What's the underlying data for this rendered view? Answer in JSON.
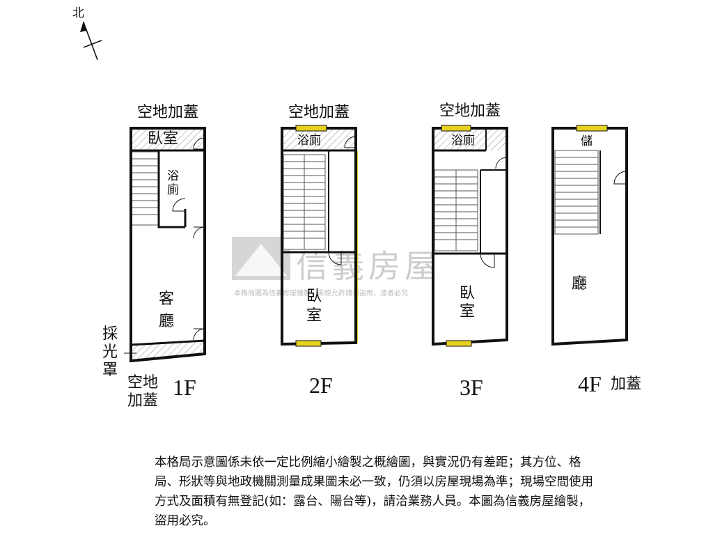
{
  "compass": {
    "north_label": "北"
  },
  "floors": [
    {
      "floor_label": "1F",
      "top_addition": "空地加蓋",
      "rooms": {
        "bedroom": "臥室",
        "bath_line1": "浴",
        "bath_line2": "廁",
        "living_line1": "客",
        "living_line2": "廳"
      },
      "skylight": [
        "採",
        "光",
        "罩"
      ],
      "bottom_addition": [
        "空地",
        "加蓋"
      ]
    },
    {
      "floor_label": "2F",
      "top_addition": "空地加蓋",
      "rooms": {
        "bath": "浴廁",
        "bedroom_line1": "臥",
        "bedroom_line2": "室"
      }
    },
    {
      "floor_label": "3F",
      "top_addition": "空地加蓋",
      "rooms": {
        "bath": "浴廁",
        "bedroom_line1": "臥",
        "bedroom_line2": "室"
      }
    },
    {
      "floor_label": "4F",
      "floor_note": "加蓋",
      "rooms": {
        "storage": "儲",
        "hall": "廳"
      }
    }
  ],
  "watermark": {
    "brand": "信義房屋",
    "notice": "本格局圖為信義房屋繪製，未經允許請勿盜用，違者必究"
  },
  "disclaimer": "本格局示意圖係未依一定比例縮小繪製之概繪圖，與實況仍有差距；其方位、格局、形狀等與地政機關測量成果圖未必一致，仍須以房屋現場為準；現場空間使用方式及面積有無登記(如：露台、陽台等)，請洽業務人員。本圖為信義房屋繪製，盜用必究。",
  "colors": {
    "wall": "#111111",
    "window": "#e6d21e",
    "hatch": "#8a8a8a",
    "watermark": "#bdbdbd"
  }
}
